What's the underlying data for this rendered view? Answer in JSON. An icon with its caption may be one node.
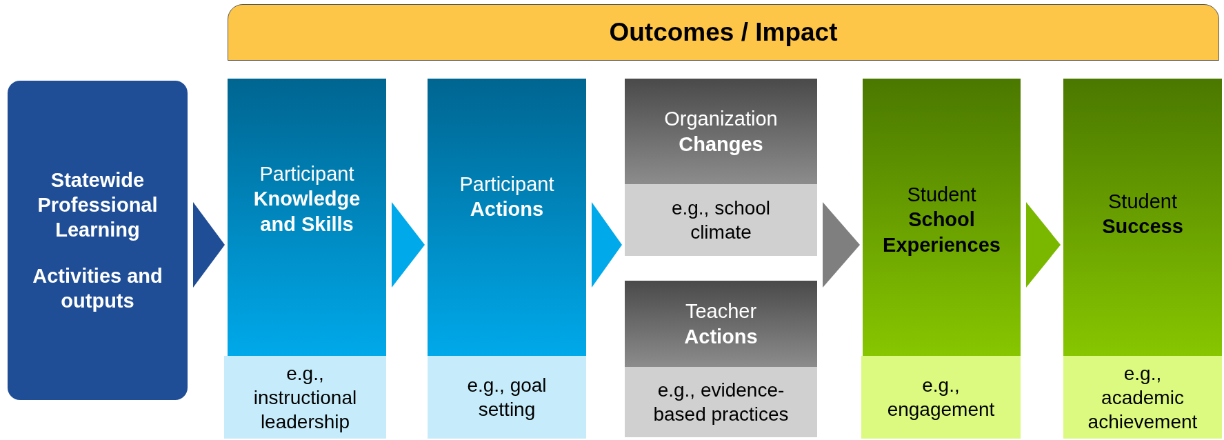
{
  "diagram": {
    "nodes": [
      {
        "text": [
          "Outcomes / Impact"
        ]
      },
      {
        "text": [
          "Statewide Professional Learning",
          "Activities and outputs"
        ]
      },
      {
        "text": [
          "Participant",
          "Knowledge and Skills"
        ]
      },
      {
        "text": [
          "e.g., instructional leadership"
        ]
      },
      {
        "text": [
          "Participant",
          "Actions"
        ]
      },
      {
        "text": [
          "e.g., goal setting"
        ]
      },
      {
        "text": [
          "Organization",
          "Changes"
        ]
      },
      {
        "text": [
          "e.g., school climate"
        ]
      },
      {
        "text": [
          "Teacher",
          "Actions"
        ]
      },
      {
        "text": [
          "e.g., evidence-based practices"
        ]
      },
      {
        "text": [
          "Student",
          "School Experiences"
        ]
      },
      {
        "text": [
          "e.g., engagement"
        ]
      },
      {
        "text": [
          "Student",
          "Success"
        ]
      },
      {
        "text": [
          "e.g., academic achievement"
        ]
      }
    ],
    "edges": [
      {
        "from": 1,
        "to": 2,
        "arrow": "to",
        "color": "#1f4e96"
      },
      {
        "from": 2,
        "to": 4,
        "arrow": "to"
      },
      {
        "from": 4,
        "to": 7,
        "arrow": "to"
      },
      {
        "from": 7,
        "to": 10,
        "arrow": "to",
        "color": "#7f7f7f"
      },
      {
        "from": 10,
        "to": 12,
        "arrow": "to",
        "color": "#7ab800"
      }
    ]
  }
}
